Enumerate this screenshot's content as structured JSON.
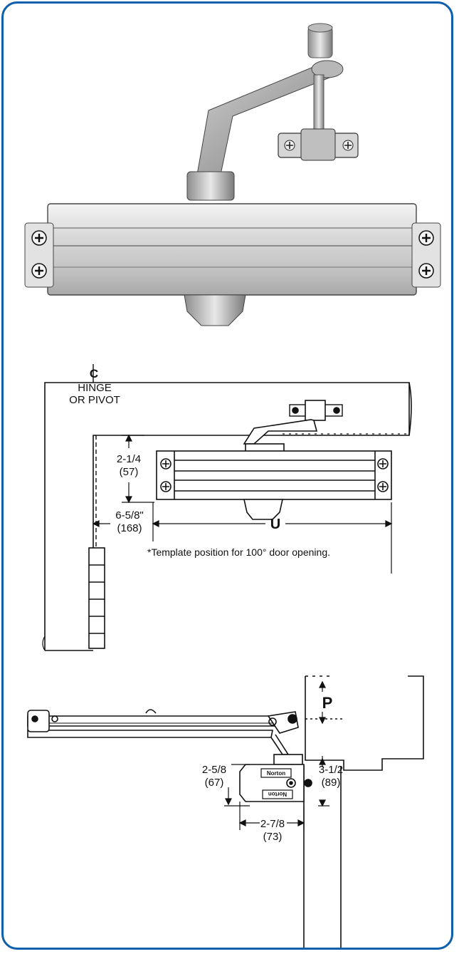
{
  "colors": {
    "border": "#0e5fae",
    "ink": "#111111",
    "metal_light": "#e6e6e6",
    "metal_dark": "#8a8a8a"
  },
  "photo": {
    "icon": "door-closer-photo-icon"
  },
  "diagram1": {
    "centerline_mark": "C",
    "hinge_label": "HINGE",
    "pivot_label": "OR PIVOT",
    "dim_height": "2-1/4",
    "dim_height_mm": "(57)",
    "dim_offset": "6-5/8\"",
    "dim_offset_mm": "(168)",
    "dim_length": "U",
    "note": "*Template position for 100° door opening."
  },
  "diagram2": {
    "dim_p": "P",
    "dim_body_height": "2-5/8",
    "dim_body_height_mm": "(67)",
    "dim_frame_height": "3-1/2",
    "dim_frame_height_mm": "(89)",
    "dim_depth": "2-7/8",
    "dim_depth_mm": "(73)",
    "brand_top": "Norton",
    "brand_bottom": "Norton"
  }
}
